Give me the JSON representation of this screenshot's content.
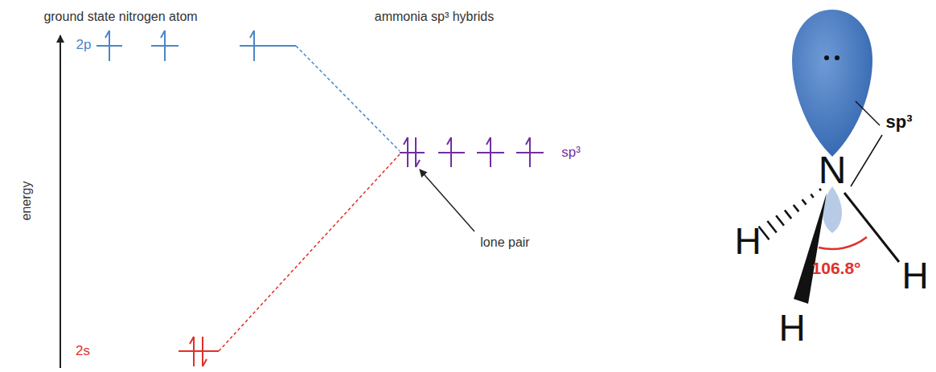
{
  "diagram": {
    "labels": [
      "ground state nitrogen atom",
      "ammonia sp³ hybrids",
      "energy",
      "2p",
      "2s",
      "sp³",
      "lone pair",
      "sp³",
      "N",
      "H",
      "H",
      "H",
      "106.8°"
    ]
  }
}
